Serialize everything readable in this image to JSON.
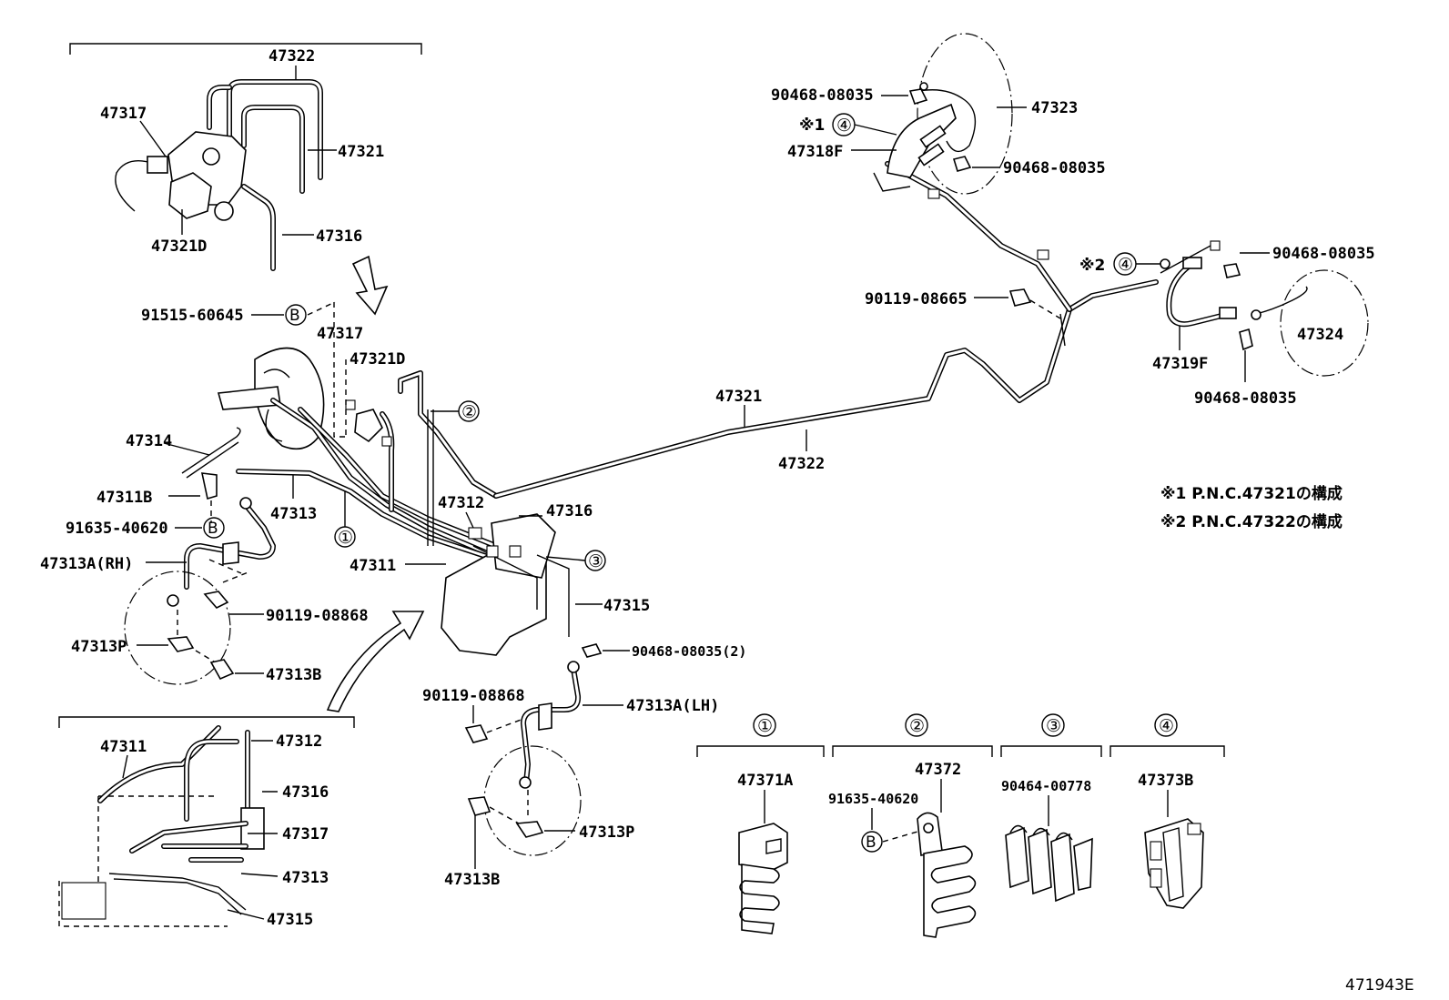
{
  "figure_id": "471943E",
  "notes": [
    {
      "mark": "※1",
      "text": "P.N.C.47321の構成"
    },
    {
      "mark": "※2",
      "text": "P.N.C.47322の構成"
    }
  ],
  "callouts": {
    "c1": "①",
    "c2": "②",
    "c3": "③",
    "c4": "④"
  },
  "marks": {
    "x1": "※1",
    "x2": "※2",
    "b": "B"
  },
  "part_labels": {
    "top_47322": "47322",
    "top_47317": "47317",
    "top_47321": "47321",
    "top_47321D": "47321D",
    "top_47316": "47316",
    "m_91515": "91515-60645",
    "m_47317": "47317",
    "m_47321D": "47321D",
    "m_47314": "47314",
    "m_47311B": "47311B",
    "m_47313": "47313",
    "m_91635": "91635-40620",
    "m_47313A_RH": "47313A(RH)",
    "m_90119_a": "90119-08868",
    "m_47313P_a": "47313P",
    "m_47313B_a": "47313B",
    "m_47312": "47312",
    "m_47316": "47316",
    "m_47311": "47311",
    "m_47315": "47315",
    "m_90468_2": "90468-08035(2)",
    "m_90119_b": "90119-08868",
    "m_47313A_LH": "47313A(LH)",
    "m_47313P_b": "47313P",
    "m_47313B_b": "47313B",
    "l_47311": "47311",
    "l_47312": "47312",
    "l_47316": "47316",
    "l_47317": "47317",
    "l_47313": "47313",
    "l_47315": "47315",
    "c_47321": "47321",
    "c_47322": "47322",
    "tr_90468_a": "90468-08035",
    "tr_47323": "47323",
    "tr_47318F": "47318F",
    "tr_90468_b": "90468-08035",
    "r_90119": "90119-08665",
    "r_90468_c": "90468-08035",
    "r_47324": "47324",
    "r_47319F": "47319F",
    "r_90468_d": "90468-08035",
    "clip1": "47371A",
    "clip2": "47372",
    "clip2_bolt": "91635-40620",
    "clip3": "90464-00778",
    "clip4": "47373B"
  }
}
